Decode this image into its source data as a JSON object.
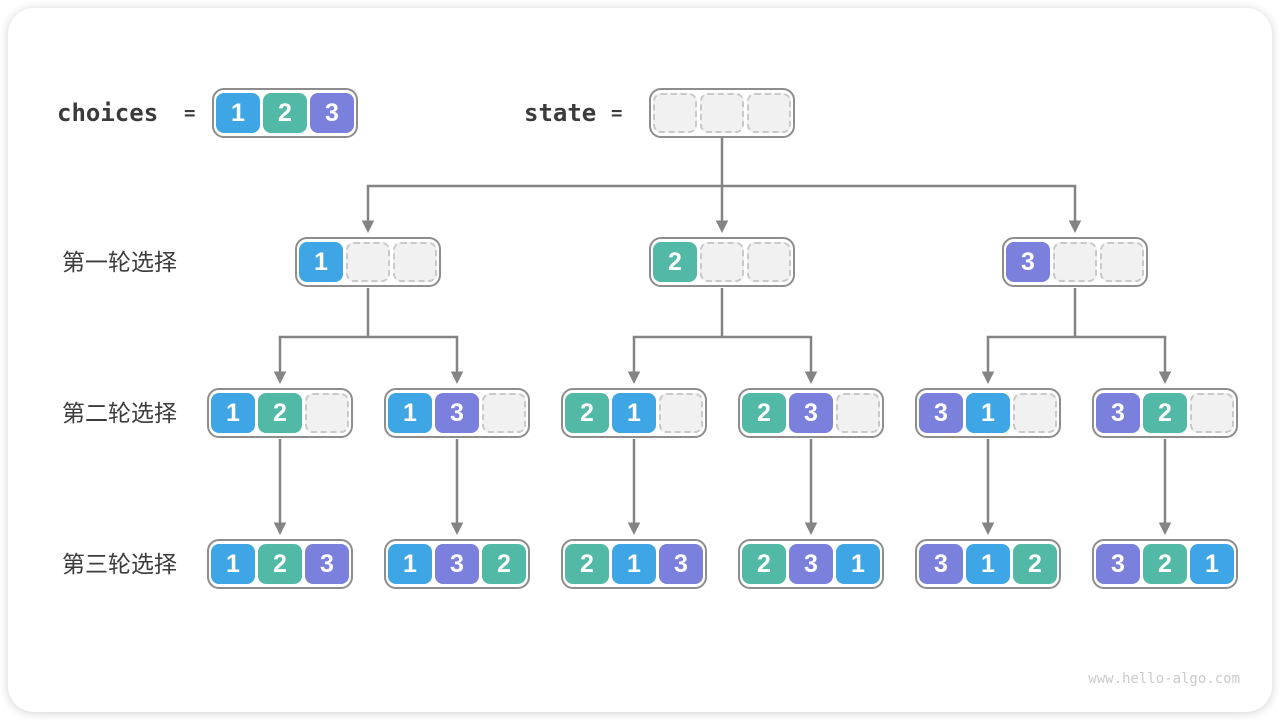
{
  "header": {
    "choices_label": "choices",
    "equals_sign": "=",
    "choices_values": [
      1,
      2,
      3
    ],
    "state_values": [
      null,
      null,
      null
    ],
    "state_label": "state"
  },
  "rows": [
    {
      "label": "第一轮选择",
      "nodes": [
        [
          1,
          null,
          null
        ],
        [
          2,
          null,
          null
        ],
        [
          3,
          null,
          null
        ]
      ]
    },
    {
      "label": "第二轮选择",
      "nodes": [
        [
          1,
          2,
          null
        ],
        [
          1,
          3,
          null
        ],
        [
          2,
          1,
          null
        ],
        [
          2,
          3,
          null
        ],
        [
          3,
          1,
          null
        ],
        [
          3,
          2,
          null
        ]
      ]
    },
    {
      "label": "第三轮选择",
      "nodes": [
        [
          1,
          2,
          3
        ],
        [
          1,
          3,
          2
        ],
        [
          2,
          1,
          3
        ],
        [
          2,
          3,
          1
        ],
        [
          3,
          1,
          2
        ],
        [
          3,
          2,
          1
        ]
      ]
    }
  ],
  "colors": {
    "value_1": "#3fa6e6",
    "value_2": "#52b9a6",
    "value_3": "#7b80dc",
    "empty_fill": "#f1f1f1",
    "empty_border": "#c9c9c9",
    "node_border": "#8d8d8d",
    "arrow": "#848484",
    "label_text": "#3b3b3b"
  },
  "watermark": "www.hello-algo.com"
}
